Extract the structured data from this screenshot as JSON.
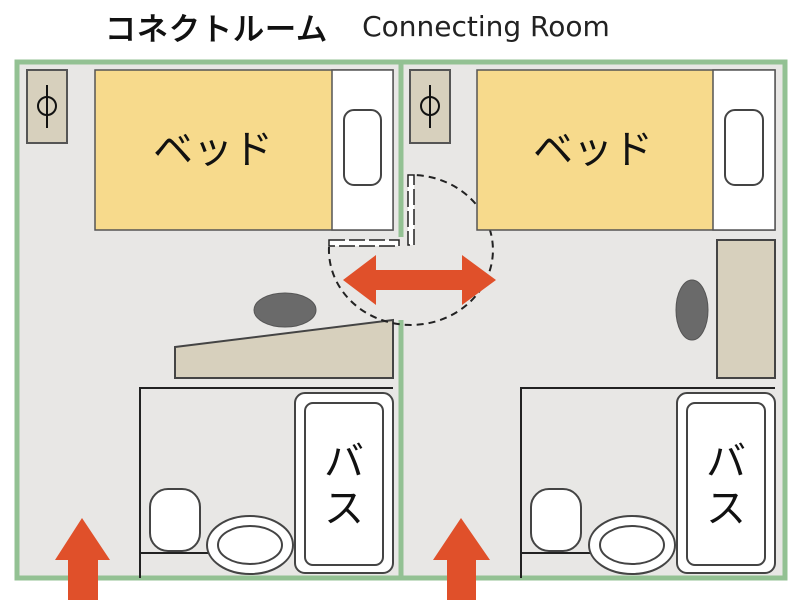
{
  "title": {
    "japanese": "コネクトルーム",
    "english": "Connecting Room"
  },
  "rooms": [
    {
      "bed_label": "ベッド",
      "bath_label_1": "バ",
      "bath_label_2": "ス"
    },
    {
      "bed_label": "ベッド",
      "bath_label_1": "バ",
      "bath_label_2": "ス"
    }
  ],
  "colors": {
    "wall": "#93c193",
    "floor": "#e8e7e5",
    "bed": "#f7da8c",
    "furniture": "#d7d0bd",
    "arrow": "#e0502a",
    "chair": "#6a6a6a"
  }
}
